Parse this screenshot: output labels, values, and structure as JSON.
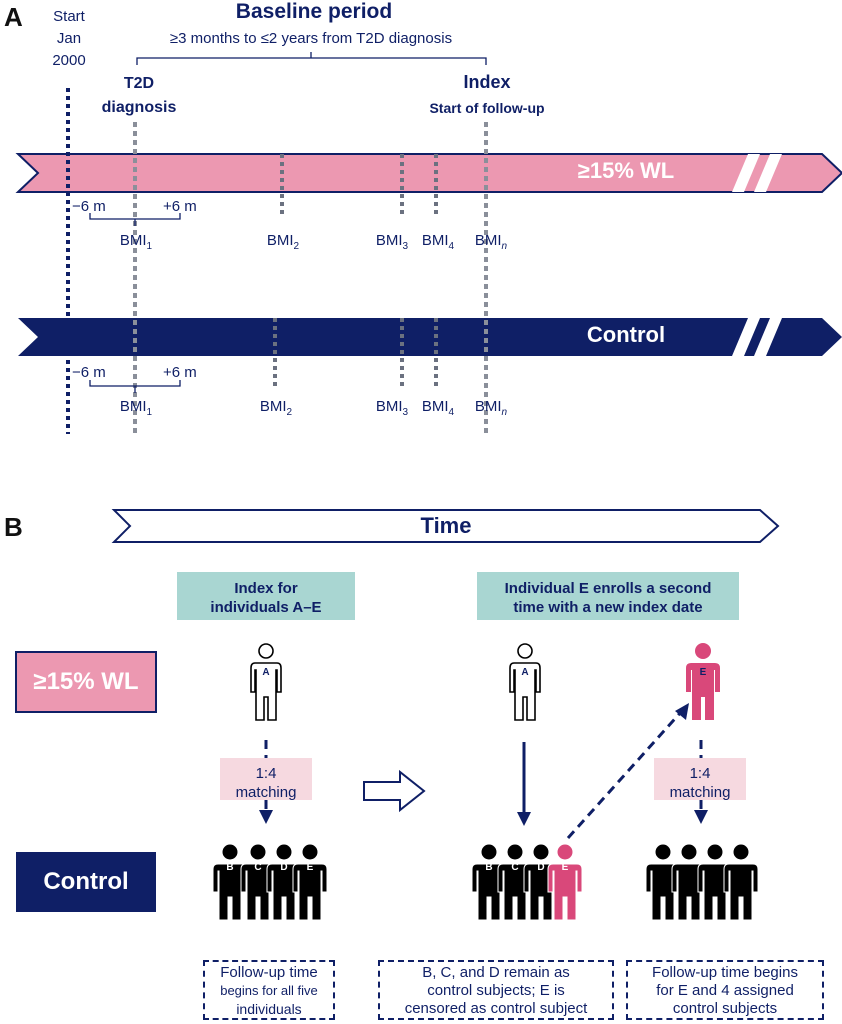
{
  "panel_a": {
    "letter": "A",
    "start_label": [
      "Start",
      "Jan",
      "2000"
    ],
    "baseline_title": "Baseline period",
    "baseline_sub": "≥3 months to ≤2 years from T2D diagnosis",
    "t2d_label": [
      "T2D",
      "diagnosis"
    ],
    "index_label": "Index",
    "index_sub": "Start of follow-up",
    "wl_bar_label": "≥15% WL",
    "control_bar_label": "Control",
    "minus6": "−6 m",
    "plus6": "+6 m",
    "bmi_base": "BMI",
    "bmi_subs": [
      "1",
      "2",
      "3",
      "4",
      "n"
    ]
  },
  "panel_b": {
    "letter": "B",
    "time_label": "Time",
    "index_box": [
      "Index for",
      "individuals A–E"
    ],
    "enroll_box": [
      "Individual E enrolls a second",
      "time with a new index date"
    ],
    "wl_label": "≥15% WL",
    "control_label": "Control",
    "matching_1": [
      "1:4",
      "matching"
    ],
    "matching_2": [
      "1:4",
      "matching"
    ],
    "person_a": "A",
    "person_e": "E",
    "group1_letters": [
      "B",
      "C",
      "D",
      "E"
    ],
    "group2_letters": [
      "B",
      "C",
      "D"
    ],
    "group2_pink": "E",
    "note_1": [
      "Follow-up time",
      "begins for all five",
      "individuals"
    ],
    "note_2": [
      "B, C, and D remain as",
      "control subjects; E is",
      "censored as control subject"
    ],
    "note_3": [
      "Follow-up time begins",
      "for E and 4 assigned",
      "control subjects"
    ]
  },
  "colors": {
    "navy": "#0f1f66",
    "pink": "#ec98b1",
    "magenta": "#d9487a",
    "teal": "#a9d6d2",
    "light_pink": "#f6d9e0",
    "grey": "#8a8f9a"
  }
}
